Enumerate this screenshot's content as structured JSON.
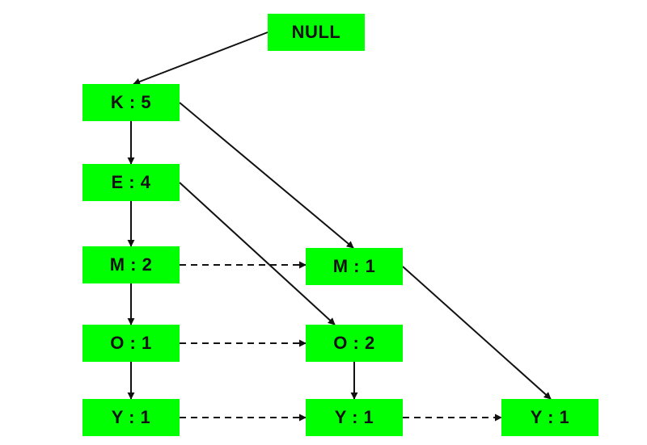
{
  "diagram": {
    "type": "fp-tree",
    "colors": {
      "node_fill": "#00ff00",
      "text": "#111111",
      "edge": "#111111"
    },
    "nodes": {
      "null": {
        "label": "NULL"
      },
      "k5": {
        "label": "K : 5"
      },
      "e4": {
        "label": "E : 4"
      },
      "m2": {
        "label": "M : 2"
      },
      "m1": {
        "label": "M : 1"
      },
      "o1": {
        "label": "O : 1"
      },
      "o2": {
        "label": "O : 2"
      },
      "y1_a": {
        "label": "Y : 1"
      },
      "y1_b": {
        "label": "Y : 1"
      },
      "y1_c": {
        "label": "Y : 1"
      }
    },
    "edges": [
      {
        "from": "null",
        "to": "k5",
        "style": "solid"
      },
      {
        "from": "k5",
        "to": "e4",
        "style": "solid"
      },
      {
        "from": "k5",
        "to": "m1",
        "style": "solid"
      },
      {
        "from": "e4",
        "to": "m2",
        "style": "solid"
      },
      {
        "from": "e4",
        "to": "o2",
        "style": "solid"
      },
      {
        "from": "m2",
        "to": "o1",
        "style": "solid"
      },
      {
        "from": "o1",
        "to": "y1_a",
        "style": "solid"
      },
      {
        "from": "o2",
        "to": "y1_b",
        "style": "solid"
      },
      {
        "from": "m1",
        "to": "y1_c",
        "style": "solid"
      },
      {
        "from": "m2",
        "to": "m1",
        "style": "dashed"
      },
      {
        "from": "o1",
        "to": "o2",
        "style": "dashed"
      },
      {
        "from": "y1_a",
        "to": "y1_b",
        "style": "dashed"
      },
      {
        "from": "y1_b",
        "to": "y1_c",
        "style": "dashed"
      }
    ]
  }
}
